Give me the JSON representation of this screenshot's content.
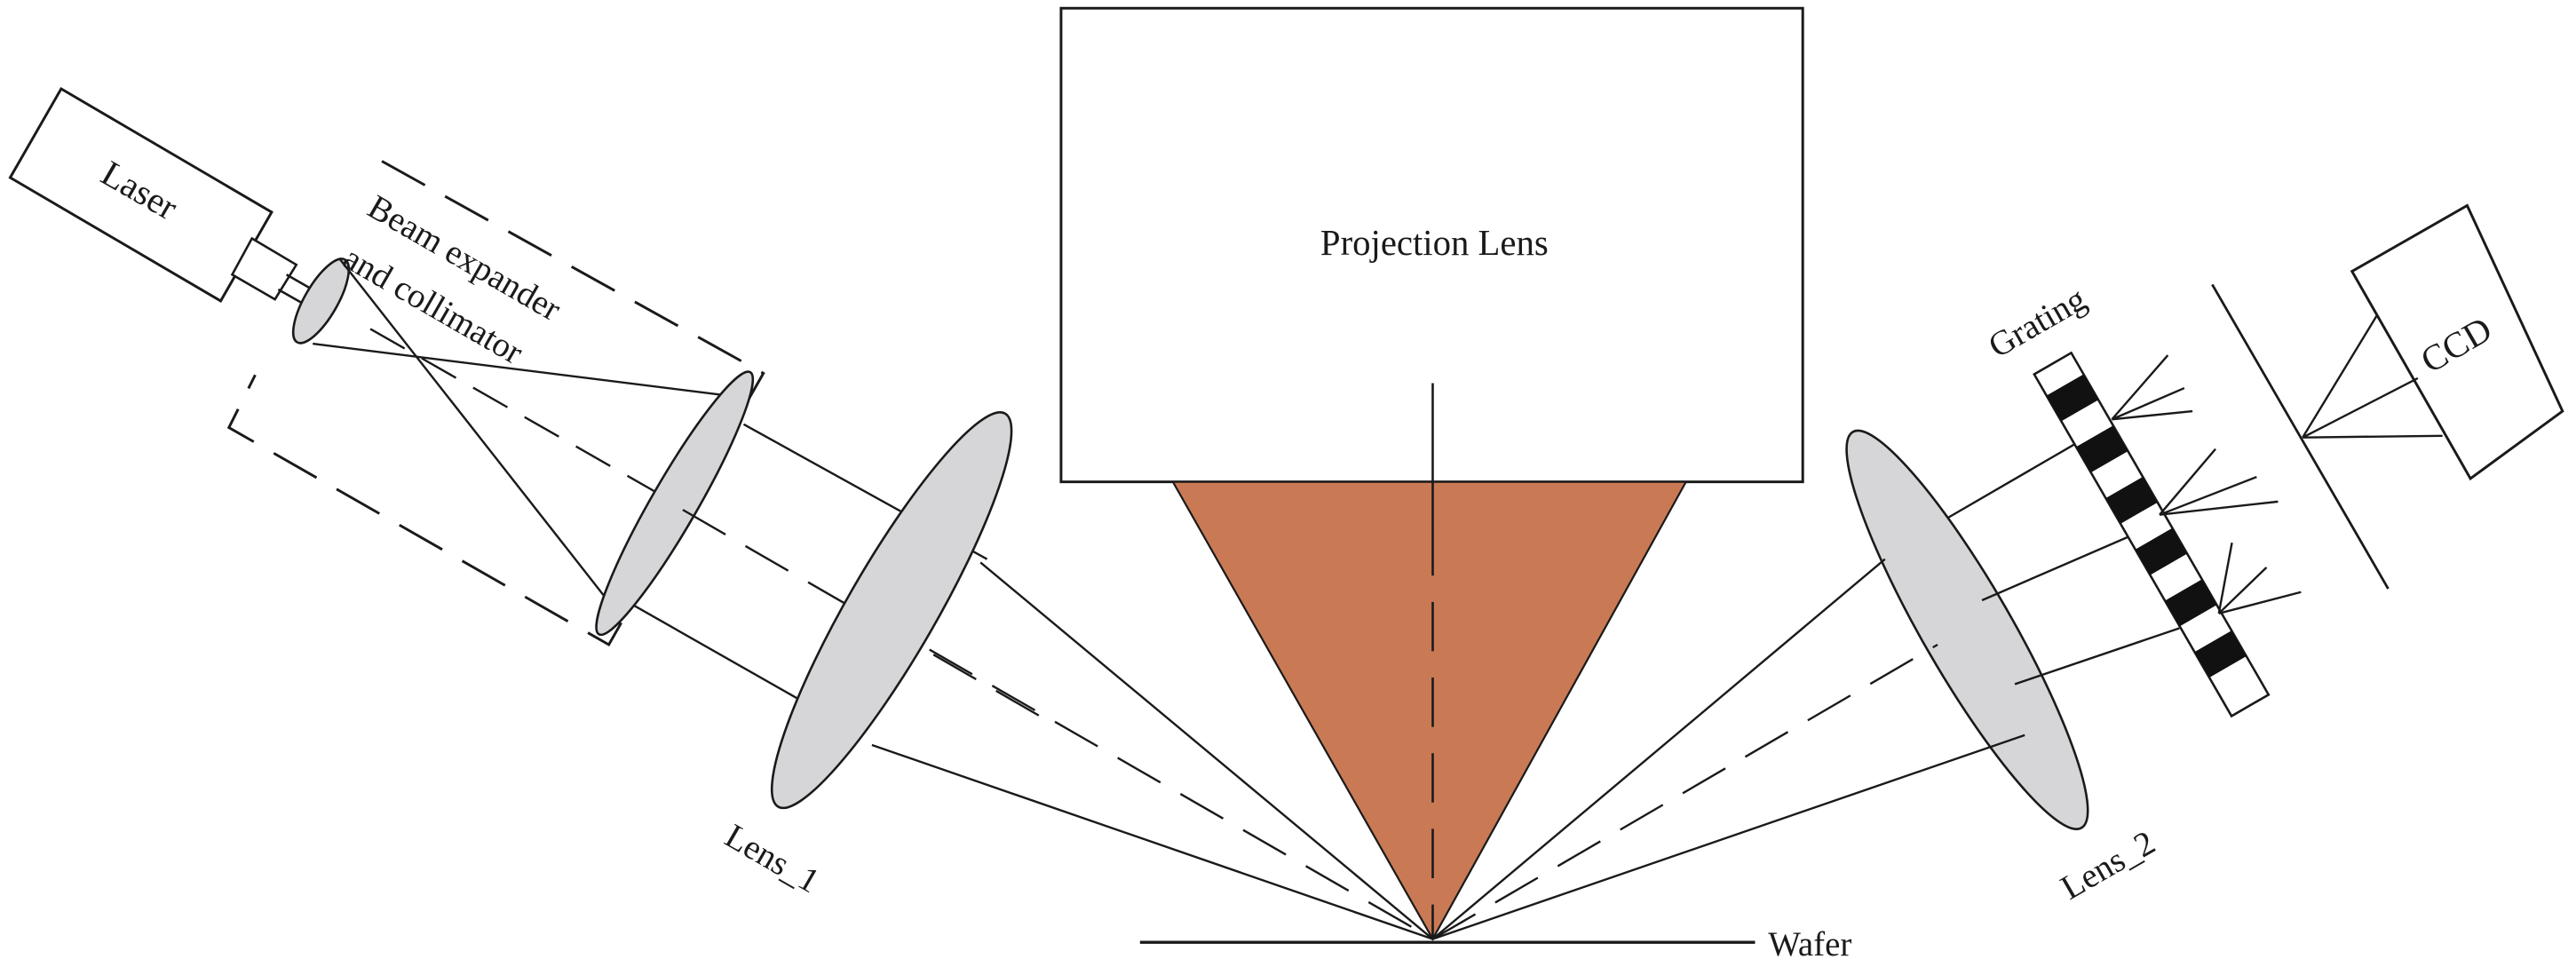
{
  "labels": {
    "laser": "Laser",
    "beam_line1": "Beam expander",
    "beam_line2": "and collimator",
    "projection": "Projection Lens",
    "grating": "Grating",
    "ccd": "CCD",
    "lens1": "Lens_1",
    "lens2": "Lens_2",
    "wafer": "Wafer"
  },
  "colors": {
    "line": "#1a1a1a",
    "lens_fill": "#d6d6d8",
    "cone_fill": "#c97a55",
    "background": "#ffffff"
  }
}
